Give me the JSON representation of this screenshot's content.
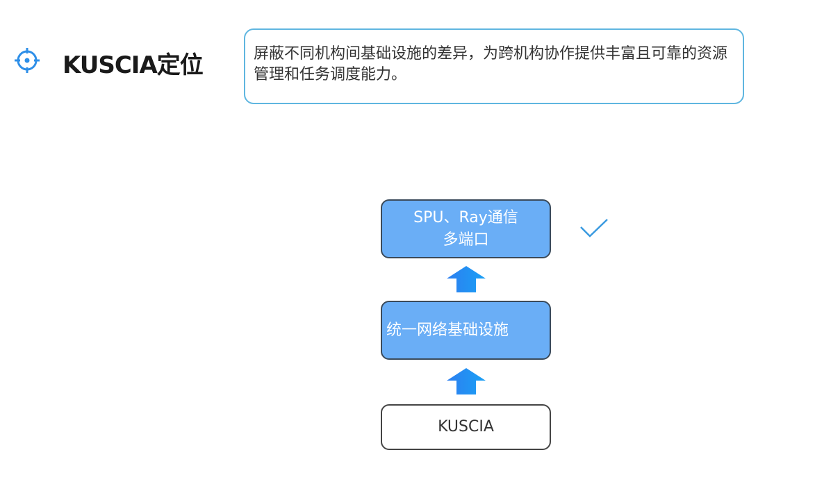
{
  "header": {
    "title": "KUSCIA定位",
    "icon": "target-icon"
  },
  "callout": {
    "text": "屏蔽不同机构间基础设施的差异，为跨机构协作提供丰富且可靠的资源管理和任务调度能力。"
  },
  "diagram": {
    "boxes": [
      {
        "line1": "SPU、Ray通信",
        "line2": "多端口"
      },
      {
        "label": "统一网络基础设施"
      },
      {
        "label": "KUSCIA"
      }
    ],
    "colors": {
      "accent": "#6aaef6",
      "arrow": "#1e88f0",
      "check": "#3a9ae0"
    }
  }
}
